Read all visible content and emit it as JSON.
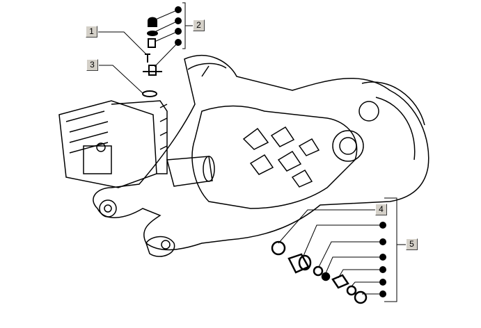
{
  "diagram": {
    "callouts": [
      {
        "label": "1"
      },
      {
        "label": "2"
      },
      {
        "label": "3"
      },
      {
        "label": "4"
      },
      {
        "label": "5"
      }
    ]
  }
}
